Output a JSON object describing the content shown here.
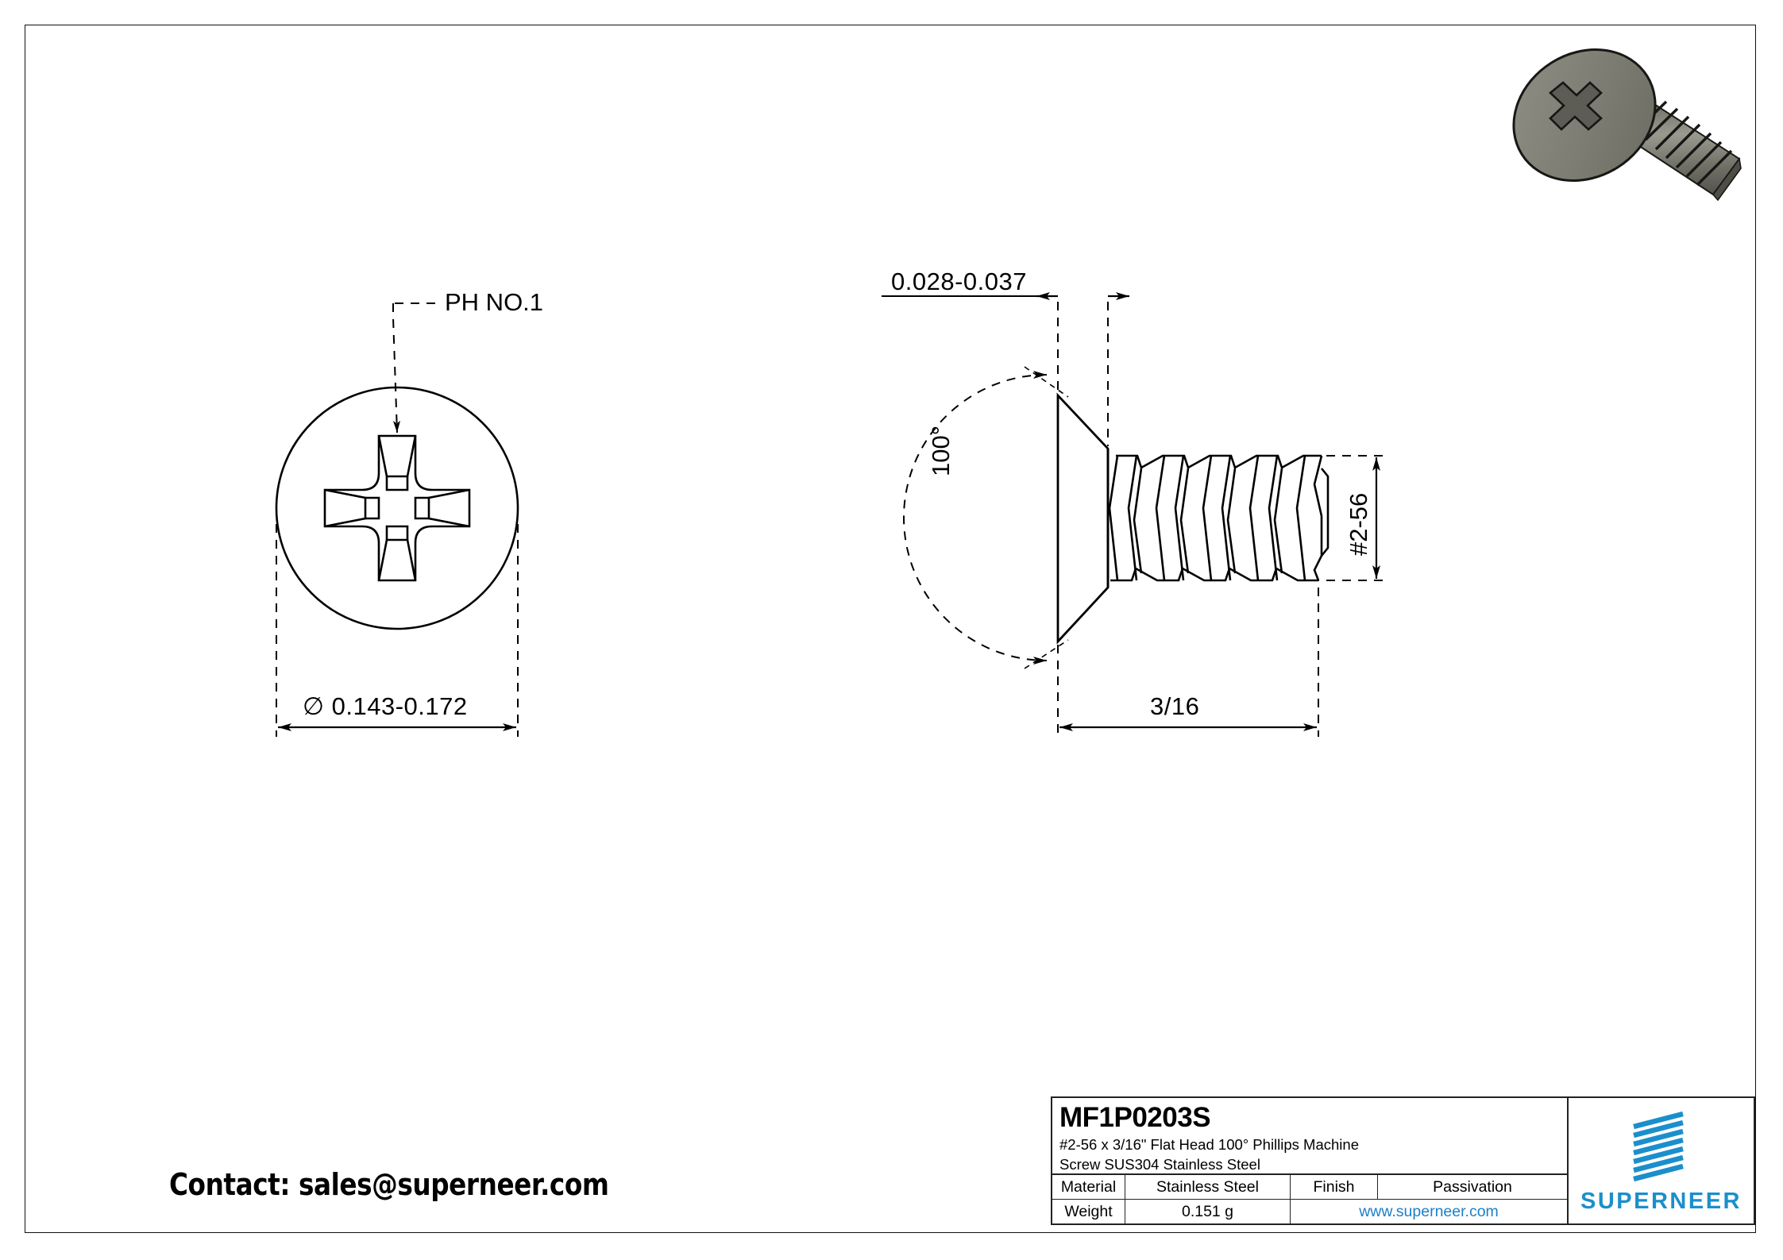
{
  "sheet": {
    "contact": "Contact: sales@superneer.com"
  },
  "front_view": {
    "callout_label": "PH NO.1",
    "diameter_dimension": "∅ 0.143-0.172"
  },
  "side_view": {
    "head_height_dimension": "0.028-0.037",
    "angle_dimension": "100°",
    "thread_dimension": "#2-56",
    "length_dimension": "3/16"
  },
  "title_block": {
    "part_number": "MF1P0203S",
    "description_line1": "#2-56 x 3/16\" Flat Head 100° Phillips Machine",
    "description_line2": "Screw SUS304 Stainless Steel",
    "material_label": "Material",
    "material_value": "Stainless Steel",
    "finish_label": "Finish",
    "finish_value": "Passivation",
    "weight_label": "Weight",
    "weight_value": "0.151 g",
    "website": "www.superneer.com",
    "brand": "SUPERNEER",
    "brand_color": "#1b8fcc",
    "link_color": "#1b80c9"
  }
}
